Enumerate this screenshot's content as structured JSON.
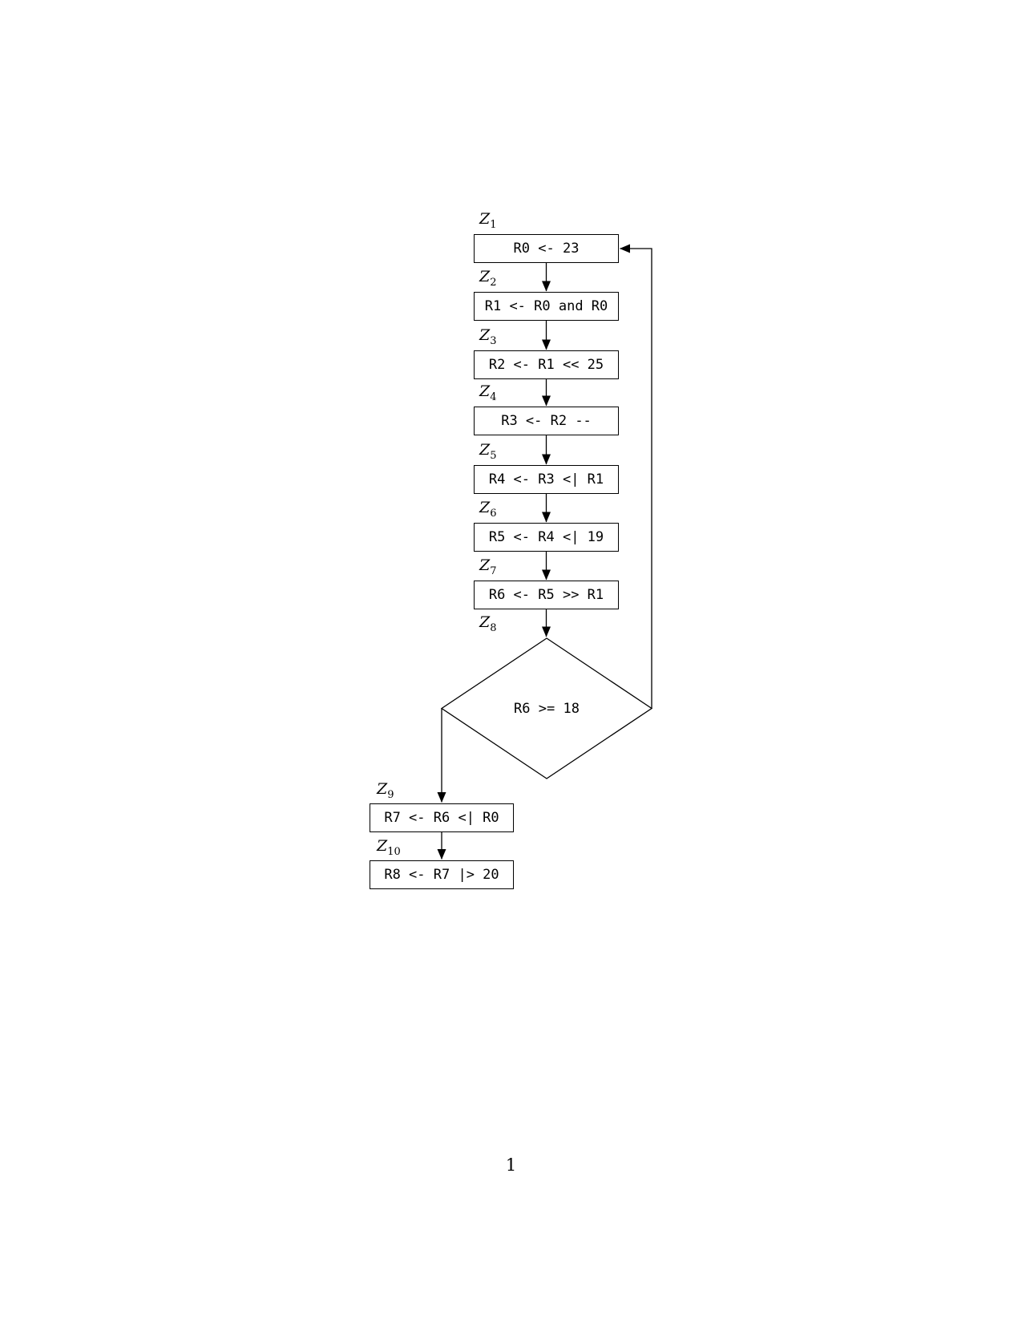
{
  "page": {
    "background": "#ffffff",
    "ink": "#000000",
    "number": "1"
  },
  "diagram": {
    "type": "control-flow-graph",
    "nodes": [
      {
        "id": "Z1",
        "label_base": "Z",
        "label_sub": "1",
        "shape": "rect",
        "text": "R0 <- 23"
      },
      {
        "id": "Z2",
        "label_base": "Z",
        "label_sub": "2",
        "shape": "rect",
        "text": "R1 <- R0 and R0"
      },
      {
        "id": "Z3",
        "label_base": "Z",
        "label_sub": "3",
        "shape": "rect",
        "text": "R2 <- R1 << 25"
      },
      {
        "id": "Z4",
        "label_base": "Z",
        "label_sub": "4",
        "shape": "rect",
        "text": "R3 <- R2 --"
      },
      {
        "id": "Z5",
        "label_base": "Z",
        "label_sub": "5",
        "shape": "rect",
        "text": "R4 <- R3 <| R1"
      },
      {
        "id": "Z6",
        "label_base": "Z",
        "label_sub": "6",
        "shape": "rect",
        "text": "R5 <- R4 <| 19"
      },
      {
        "id": "Z7",
        "label_base": "Z",
        "label_sub": "7",
        "shape": "rect",
        "text": "R6 <- R5 >> R1"
      },
      {
        "id": "Z8",
        "label_base": "Z",
        "label_sub": "8",
        "shape": "diamond",
        "text": "R6 >= 18"
      },
      {
        "id": "Z9",
        "label_base": "Z",
        "label_sub": "9",
        "shape": "rect",
        "text": "R7 <- R6 <| R0"
      },
      {
        "id": "Z10",
        "label_base": "Z",
        "label_sub": "10",
        "shape": "rect",
        "text": "R8 <- R7 |> 20"
      }
    ],
    "edges": [
      {
        "from": "Z1",
        "to": "Z2"
      },
      {
        "from": "Z2",
        "to": "Z3"
      },
      {
        "from": "Z3",
        "to": "Z4"
      },
      {
        "from": "Z4",
        "to": "Z5"
      },
      {
        "from": "Z5",
        "to": "Z6"
      },
      {
        "from": "Z6",
        "to": "Z7"
      },
      {
        "from": "Z7",
        "to": "Z8"
      },
      {
        "from": "Z8",
        "to": "Z9"
      },
      {
        "from": "Z8",
        "to": "Z1",
        "route": "right-side-loop-back"
      },
      {
        "from": "Z9",
        "to": "Z10"
      }
    ]
  }
}
